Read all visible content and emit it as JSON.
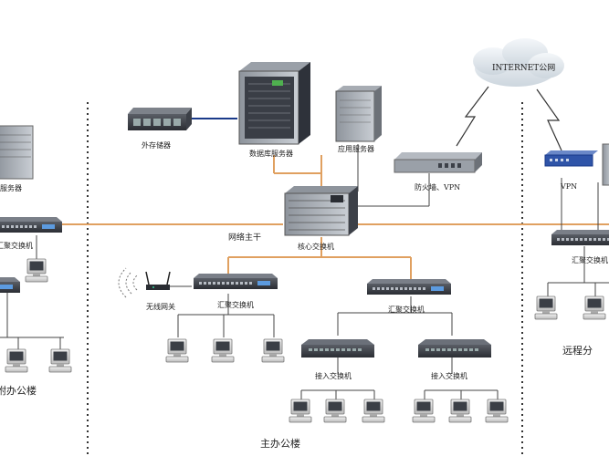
{
  "labels": {
    "internet": "INTERNET公网",
    "storage": "外存储器",
    "db_server": "数据库服务器",
    "app_server": "应用服务器",
    "left_server": "服务器",
    "firewall": "防火墙、VPN",
    "right_vpn": "VPN",
    "backbone": "网络主干",
    "core_switch": "核心交换机",
    "left_agg": "汇聚交换机",
    "mid_agg_1": "汇聚交换机",
    "mid_agg_2": "汇聚交换机",
    "right_agg": "汇聚交换机",
    "access_1": "接入交换机",
    "access_2": "接入交换机",
    "wireless_gw": "无线网关",
    "left_building": "附办公楼",
    "main_building": "主办公楼",
    "right_building": "远程分"
  },
  "colors": {
    "backbone_line": "#e0a060",
    "fiber_line": "#1a3a8a",
    "wire_line": "#444444",
    "divider": "#333333",
    "internet_cloud": "#dfe6ec"
  }
}
